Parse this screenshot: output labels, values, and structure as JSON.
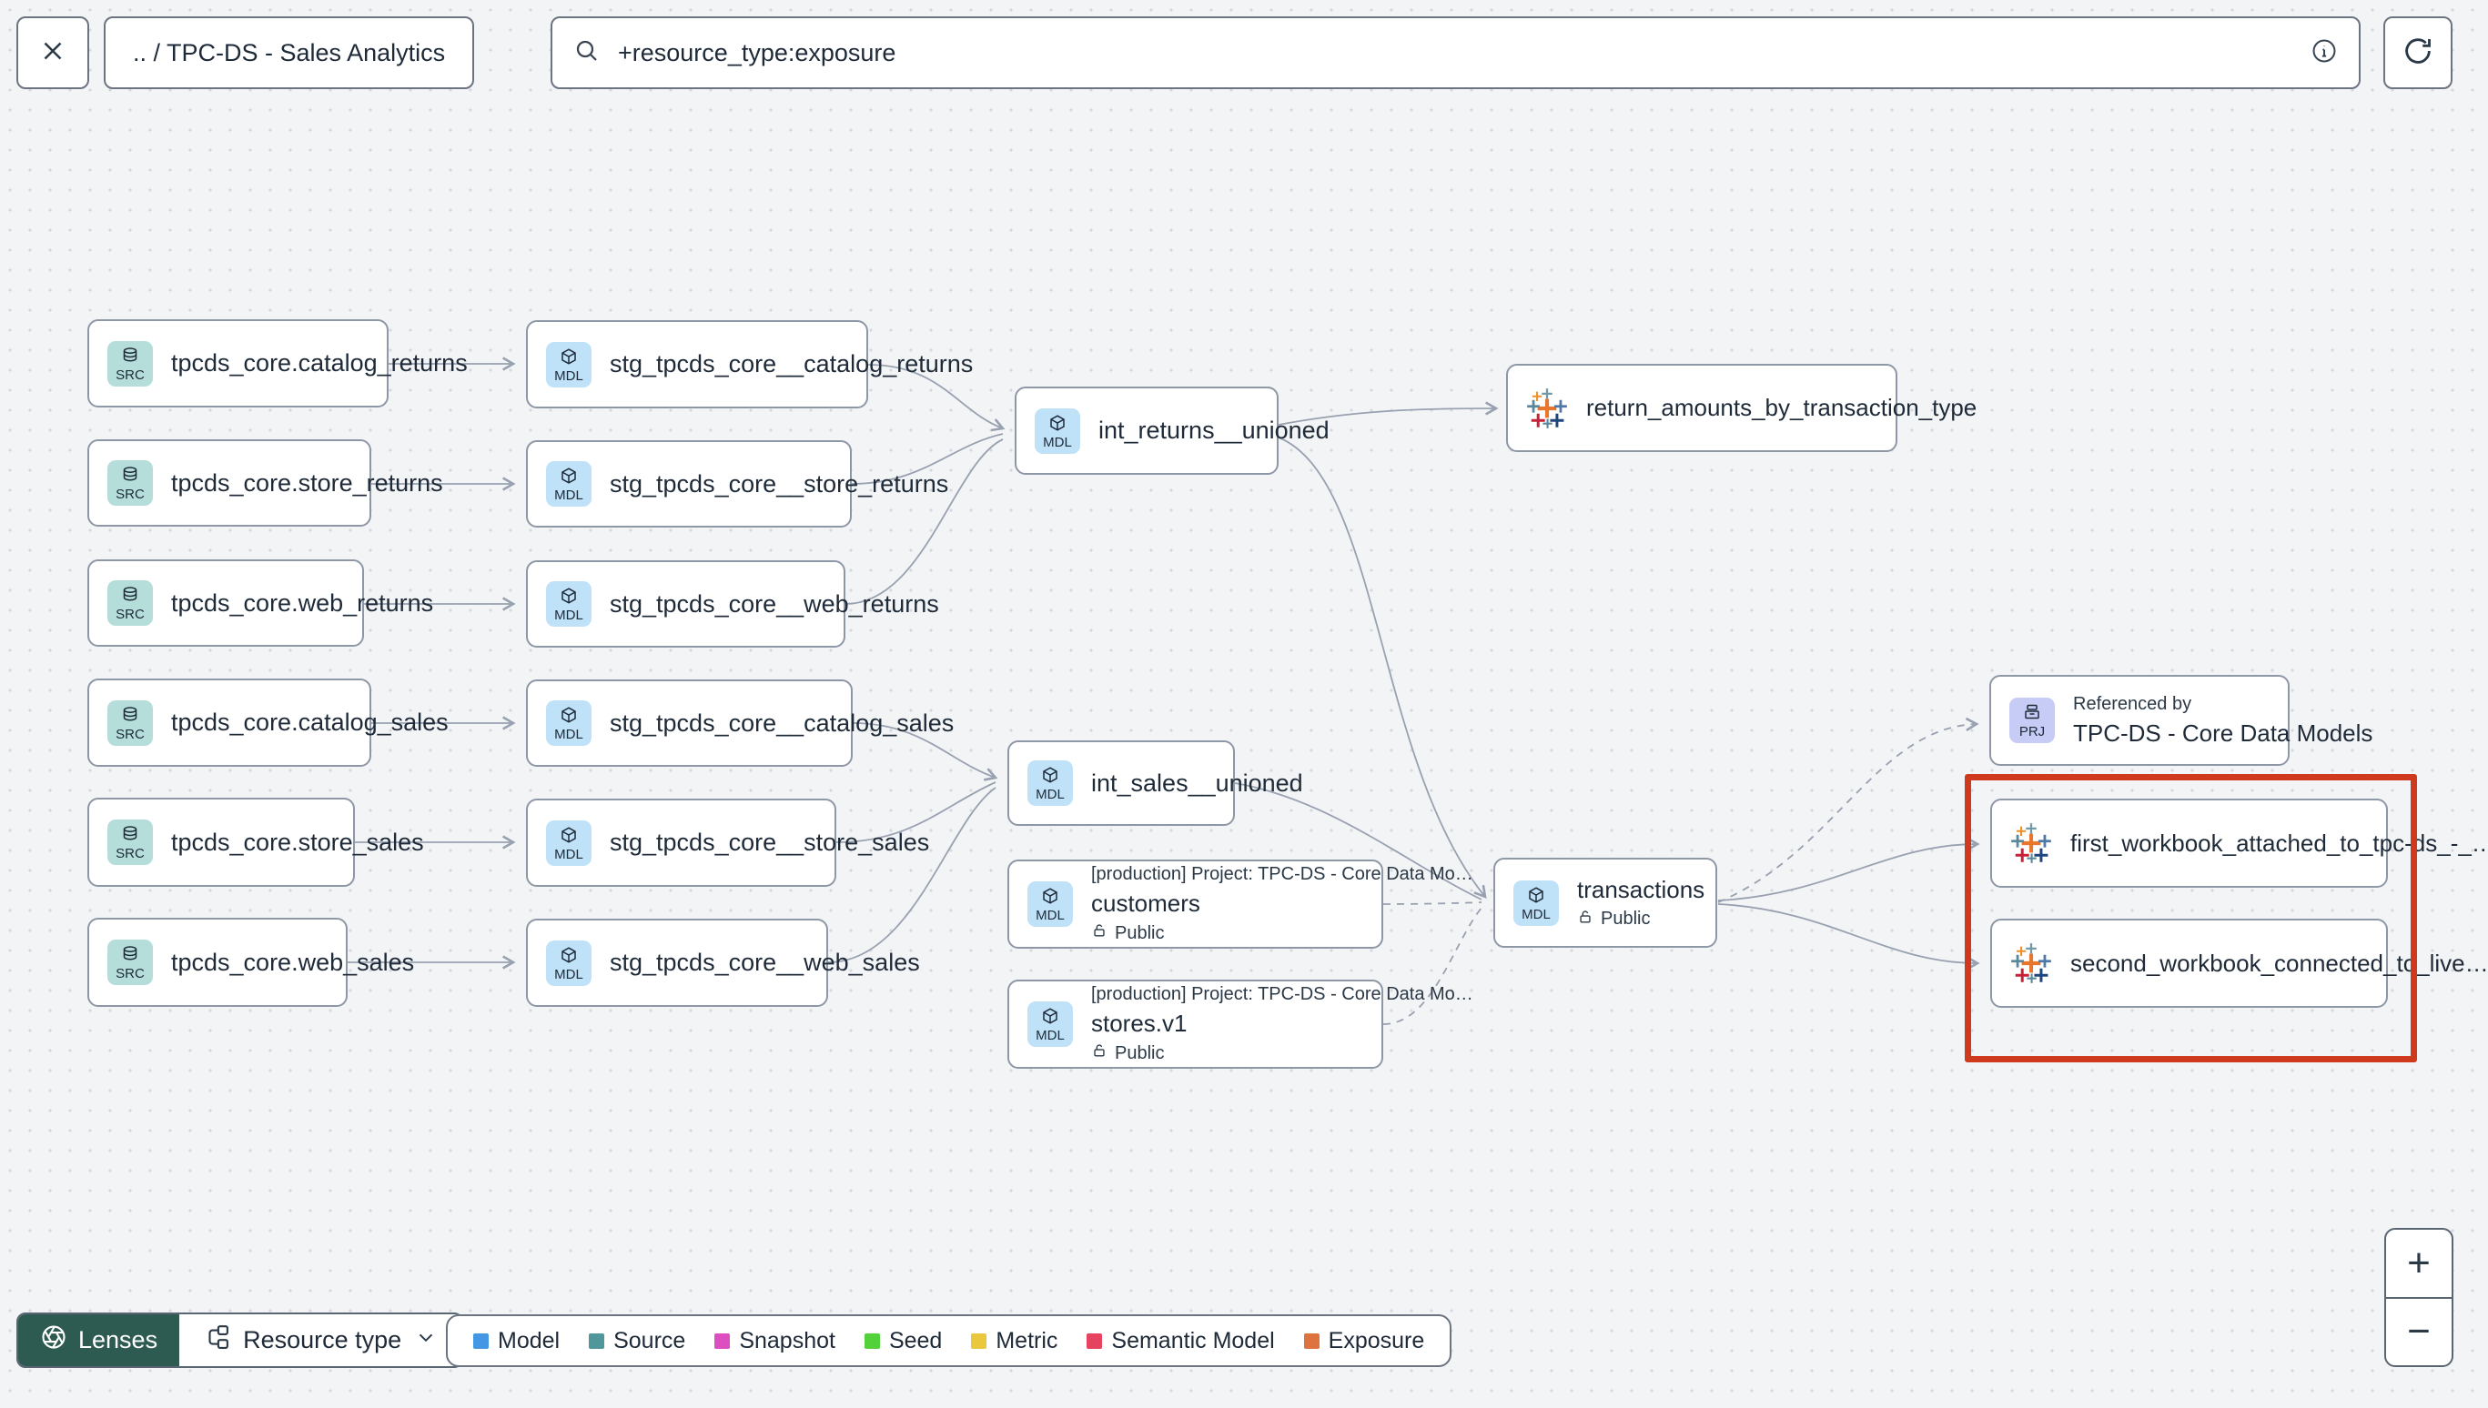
{
  "toolbar": {
    "breadcrumb": ".. / TPC-DS - Sales Analytics",
    "search": {
      "value": "+resource_type:exposure"
    }
  },
  "graph": {
    "sources": [
      {
        "badge": "SRC",
        "label": "tpcds_core.catalog_returns"
      },
      {
        "badge": "SRC",
        "label": "tpcds_core.store_returns"
      },
      {
        "badge": "SRC",
        "label": "tpcds_core.web_returns"
      },
      {
        "badge": "SRC",
        "label": "tpcds_core.catalog_sales"
      },
      {
        "badge": "SRC",
        "label": "tpcds_core.store_sales"
      },
      {
        "badge": "SRC",
        "label": "tpcds_core.web_sales"
      }
    ],
    "staging": [
      {
        "badge": "MDL",
        "label": "stg_tpcds_core__catalog_returns"
      },
      {
        "badge": "MDL",
        "label": "stg_tpcds_core__store_returns"
      },
      {
        "badge": "MDL",
        "label": "stg_tpcds_core__web_returns"
      },
      {
        "badge": "MDL",
        "label": "stg_tpcds_core__catalog_sales"
      },
      {
        "badge": "MDL",
        "label": "stg_tpcds_core__store_sales"
      },
      {
        "badge": "MDL",
        "label": "stg_tpcds_core__web_sales"
      }
    ],
    "int_returns": {
      "badge": "MDL",
      "label": "int_returns__unioned"
    },
    "int_sales": {
      "badge": "MDL",
      "label": "int_sales__unioned"
    },
    "customers": {
      "badge": "MDL",
      "project": "[production] Project: TPC-DS - Core Data Mo…",
      "label": "customers",
      "access": "Public"
    },
    "stores": {
      "badge": "MDL",
      "project": "[production] Project: TPC-DS - Core Data Mo…",
      "label": "stores.v1",
      "access": "Public"
    },
    "transactions": {
      "badge": "MDL",
      "label": "transactions",
      "access": "Public"
    },
    "exposure": {
      "label": "return_amounts_by_transaction_type"
    },
    "project_ref": {
      "badge": "PRJ",
      "title": "Referenced by",
      "label": "TPC-DS - Core Data Models"
    },
    "workbooks": [
      {
        "label": "first_workbook_attached_to_tpc-ds_-_…"
      },
      {
        "label": "second_workbook_connected_to_live…"
      }
    ]
  },
  "footer": {
    "lenses_label": "Lenses",
    "resource_type_label": "Resource type",
    "legend": [
      {
        "label": "Model",
        "color": "#4498e3"
      },
      {
        "label": "Source",
        "color": "#4f979a"
      },
      {
        "label": "Snapshot",
        "color": "#dd4fc0"
      },
      {
        "label": "Seed",
        "color": "#52d13b"
      },
      {
        "label": "Metric",
        "color": "#e9c83d"
      },
      {
        "label": "Semantic Model",
        "color": "#e54360"
      },
      {
        "label": "Exposure",
        "color": "#df7340"
      }
    ],
    "zoom_in": "+",
    "zoom_out": "−"
  },
  "colors": {
    "highlight_box": "#cf3a1e",
    "src_badge": "#b5dedb",
    "mdl_badge": "#bfe2f9",
    "prj_badge": "#c6ccf6",
    "lenses_bg": "#2e5b51"
  }
}
